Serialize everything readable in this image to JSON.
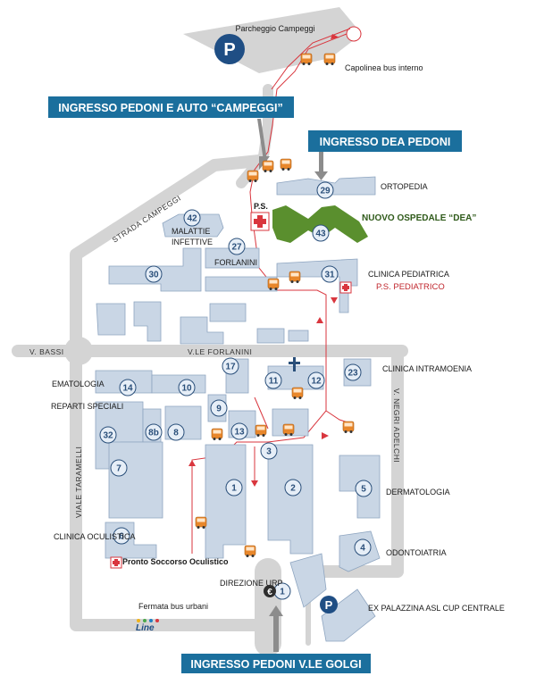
{
  "colors": {
    "road": "#d4d4d4",
    "building": "#c9d6e5",
    "building_stroke": "#8ea5c0",
    "banner": "#1b6f9d",
    "route": "#d9363e",
    "green": "#5a8f2e",
    "parking": "#1f4e84"
  },
  "parking_top": "Parcheggio Campeggi",
  "capolinea": "Capolinea bus interno",
  "parking_letter": "P",
  "banners": {
    "campeggi": "INGRESSO PEDONI E AUTO “CAMPEGGI”",
    "dea": "INGRESSO DEA PEDONI",
    "golgi": "INGRESSO PEDONI V.LE GOLGI"
  },
  "streets": {
    "campeggi": "STRADA CAMPEGGI",
    "bassi": "V. BASSI",
    "forlanini": "V.LE FORLANINI",
    "taramelli": "VIALE TARAMELLI",
    "negri": "V. NEGRI ADELCHI"
  },
  "nuovo_ospedale": "NUOVO OSPEDALE “DEA”",
  "ps_label": "P.S.",
  "buildings": [
    {
      "num": "42",
      "label": "MALATTIE INFETTIVE"
    },
    {
      "num": "27",
      "label": "FORLANINI"
    },
    {
      "num": "30",
      "label": ""
    },
    {
      "num": "31",
      "label": "CLINICA PEDIATRICA"
    },
    {
      "num": "29",
      "label": "ORTOPEDIA"
    },
    {
      "num": "43",
      "label": ""
    },
    {
      "num": "17",
      "label": ""
    },
    {
      "num": "11",
      "label": ""
    },
    {
      "num": "12",
      "label": ""
    },
    {
      "num": "23",
      "label": "CLINICA INTRAMOENIA"
    },
    {
      "num": "14",
      "label": "EMATOLOGIA"
    },
    {
      "num": "10",
      "label": ""
    },
    {
      "num": "9",
      "label": ""
    },
    {
      "num": "32",
      "label": "REPARTI SPECIALI"
    },
    {
      "num": "8b",
      "label": ""
    },
    {
      "num": "8",
      "label": ""
    },
    {
      "num": "13",
      "label": ""
    },
    {
      "num": "3",
      "label": ""
    },
    {
      "num": "7",
      "label": ""
    },
    {
      "num": "1",
      "label": ""
    },
    {
      "num": "2",
      "label": ""
    },
    {
      "num": "5",
      "label": "DERMATOLOGIA"
    },
    {
      "num": "6",
      "label": "CLINICA OCULISTICA"
    },
    {
      "num": "4",
      "label": "ODONTOIATRIA"
    },
    {
      "num": "1",
      "label": "DIREZIONE URP"
    }
  ],
  "ps_pediatrico": "P.S. PEDIATRICO",
  "pronto_soccorso_oculistico": "Pronto Soccorso Oculistico",
  "fermata": "Fermata bus urbani",
  "line_logo": "Line",
  "ex_palazzina": "EX PALAZZINA ASL CUP CENTRALE",
  "euro_symbol": "€",
  "labels": {
    "ematologia": "EMATOLOGIA",
    "reparti": "REPARTI SPECIALI",
    "clinica_oculistica": "CLINICA OCULISTICA",
    "direzione": "DIREZIONE URP",
    "ortopedia": "ORTOPEDIA",
    "clinica_pediatrica": "CLINICA PEDIATRICA",
    "intramoenia": "CLINICA INTRAMOENIA",
    "dermatologia": "DERMATOLOGIA",
    "odontoiatria": "ODONTOIATRIA",
    "malattie": "MALATTIE",
    "infettive": "INFETTIVE",
    "forlanini": "FORLANINI"
  }
}
